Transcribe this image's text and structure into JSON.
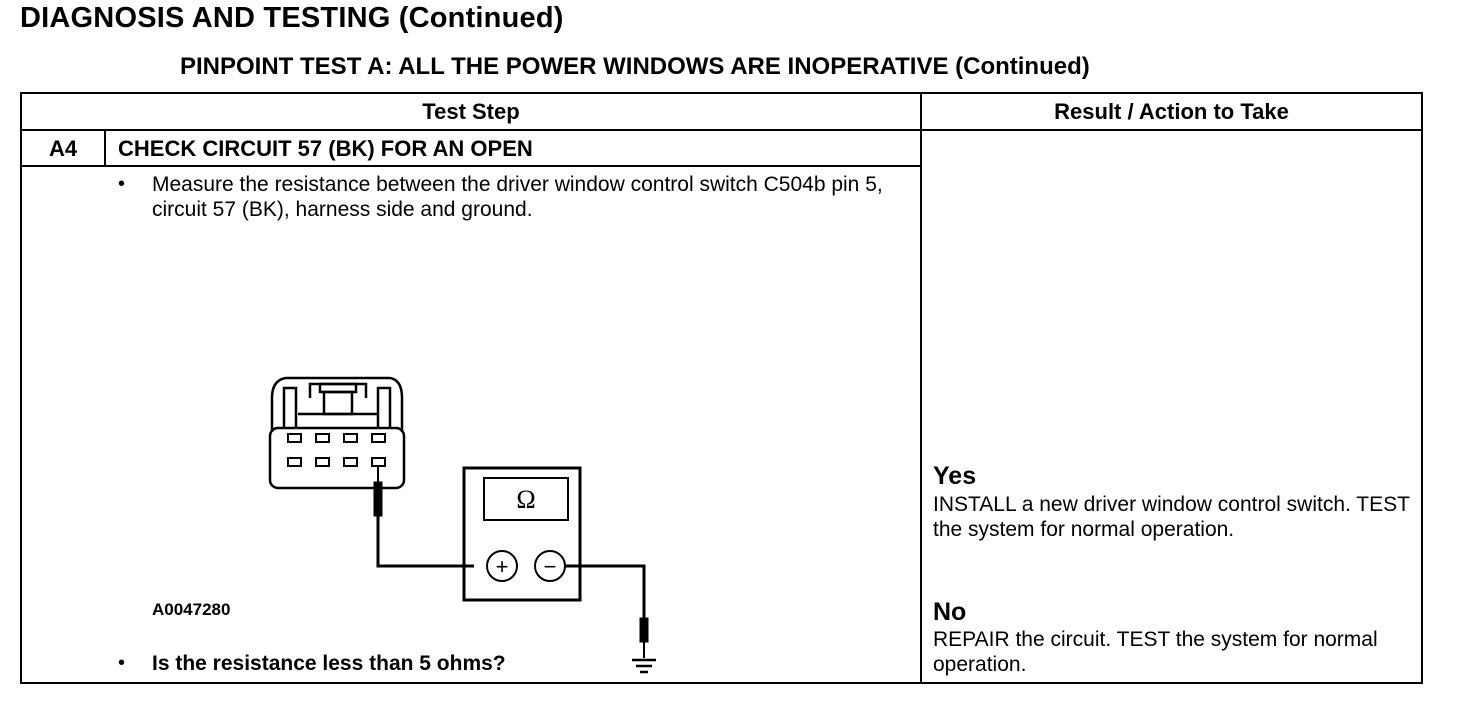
{
  "page_heading": "DIAGNOSIS AND TESTING (Continued)",
  "test_title": "PINPOINT TEST A: ALL THE POWER WINDOWS ARE INOPERATIVE (Continued)",
  "table": {
    "headers": {
      "test_step": "Test Step",
      "result": "Result / Action to Take"
    },
    "step": {
      "id": "A4",
      "title": "CHECK CIRCUIT 57 (BK) FOR AN OPEN",
      "bullet": "•",
      "instruction": "Measure the resistance between the driver window control switch C504b pin 5, circuit 57 (BK), harness side and ground.",
      "figure_id": "A0047280",
      "question": "Is the resistance less than 5 ohms?"
    },
    "results": [
      {
        "label": "Yes",
        "action": "INSTALL a new driver window control switch. TEST the system for normal operation."
      },
      {
        "label": "No",
        "action": "REPAIR the circuit. TEST the system for normal operation."
      }
    ]
  },
  "meter": {
    "symbol": "Ω",
    "plus": "+",
    "minus": "−"
  }
}
